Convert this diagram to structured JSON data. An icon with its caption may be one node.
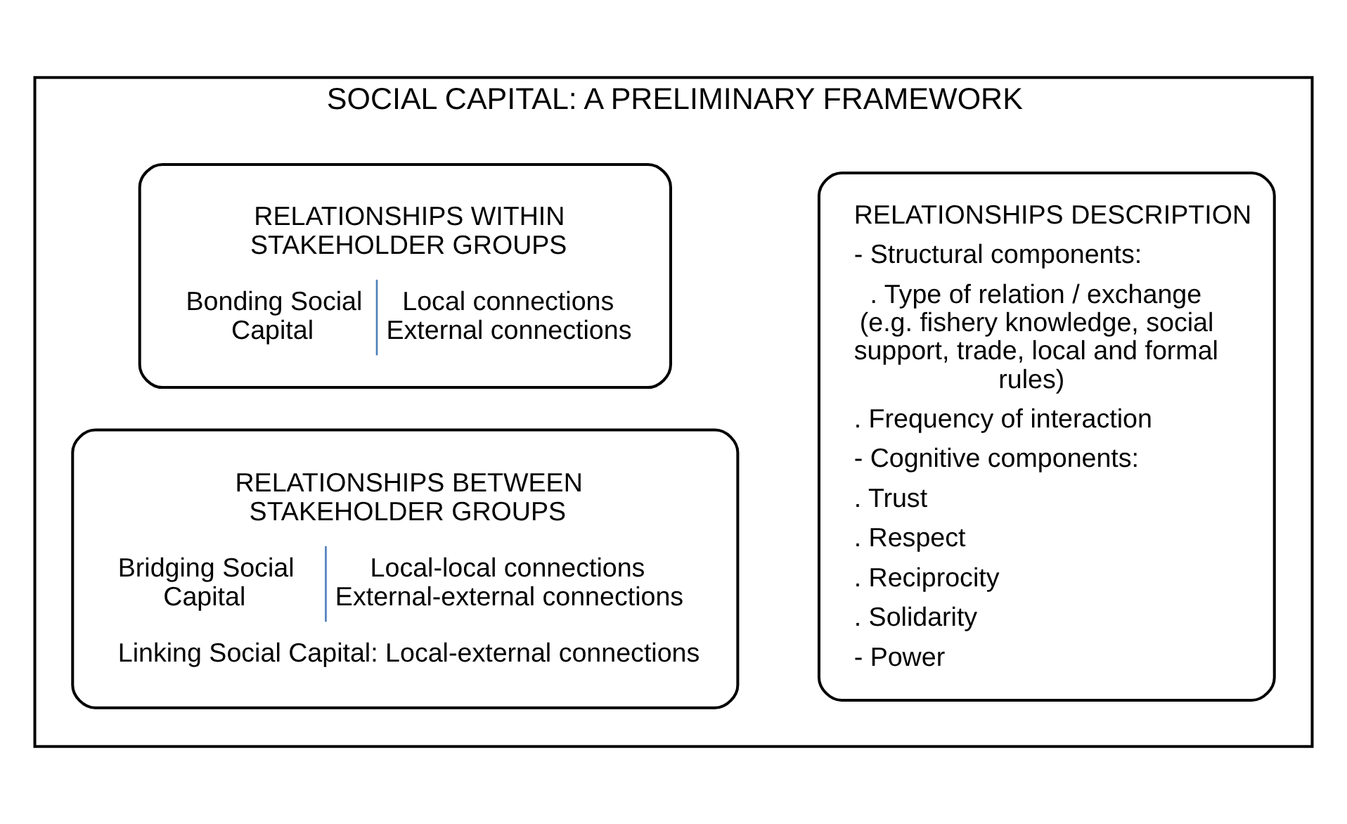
{
  "diagram": {
    "nodes": [
      {
        "text": [
          "SOCIAL CAPITAL: A PRELIMINARY FRAMEWORK"
        ]
      },
      {
        "text": [
          "RELATIONSHIPS WITHIN STAKEHOLDER GROUPS",
          "Bonding Social Capital",
          "Local connections",
          "External connections"
        ],
        "in": 0
      },
      {
        "text": [
          "RELATIONSHIPS BETWEEN STAKEHOLDER GROUPS",
          "Bridging Social Capital",
          "Local-local connections",
          "External-external connections",
          "Linking Social Capital: Local-external connections"
        ],
        "in": 0
      },
      {
        "text": [
          "RELATIONSHIPS DESCRIPTION",
          "- Structural components:",
          ". Type of relation / exchange (e.g. fishery knowledge, social support, trade, local and formal rules)",
          ". Frequency of interaction",
          "- Cognitive components:",
          ". Trust",
          ". Respect",
          ". Reciprocity",
          ". Solidarity",
          "- Power"
        ],
        "in": 0
      }
    ],
    "edges": []
  }
}
